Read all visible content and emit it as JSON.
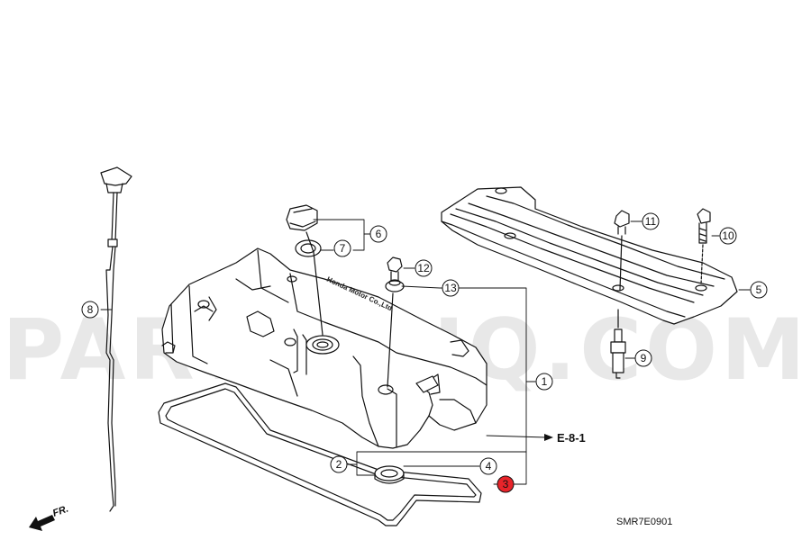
{
  "watermark": "PARTSOUQ.COM",
  "diagram_code": "SMR7E0901",
  "reference": "E-8-1",
  "front_marker": "FR.",
  "cover_embossing": "Honda Motor Co.,Ltd.",
  "callouts": {
    "c1": "1",
    "c2": "2",
    "c3": "3",
    "c4": "4",
    "c5": "5",
    "c6": "6",
    "c7": "7",
    "c8": "8",
    "c9": "9",
    "c10": "10",
    "c11": "11",
    "c12": "12",
    "c13": "13"
  },
  "colors": {
    "highlight": "#e8242a",
    "line": "#111111",
    "watermark": "#d6d6d6"
  }
}
